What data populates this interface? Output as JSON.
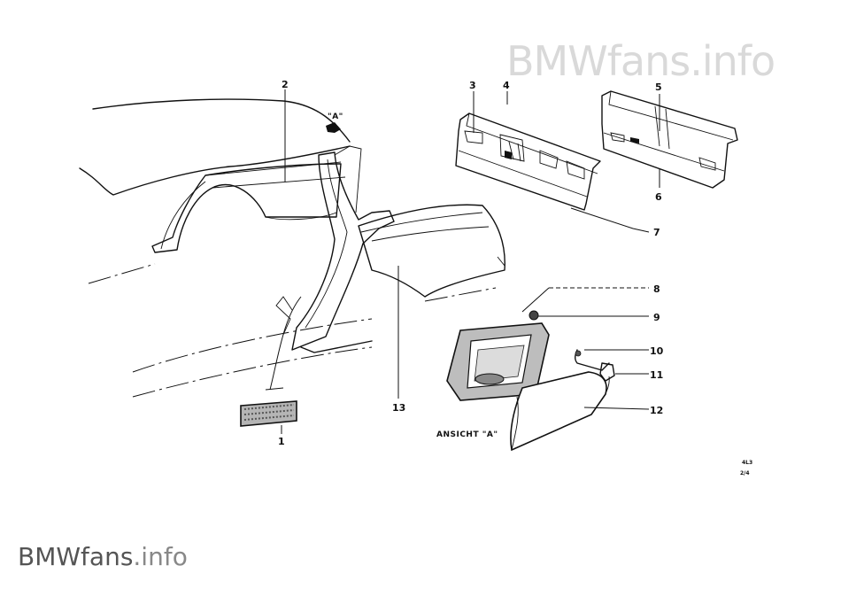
{
  "watermark": {
    "brand": "BMWfans",
    "suffix": ".info"
  },
  "view_marker": "\"A\"",
  "view_caption": "ANSICHT \"A\"",
  "drawing_code": {
    "line1": "4L3",
    "line2": "2/4"
  },
  "callouts": {
    "c1": "1",
    "c2": "2",
    "c3": "3",
    "c4": "4",
    "c5": "5",
    "c6": "6",
    "c7": "7",
    "c8": "8",
    "c9": "9",
    "c10": "10",
    "c11": "11",
    "c12": "12",
    "c13": "13"
  },
  "icons": [
    "car-body-outline",
    "wheel-arch-panel",
    "pillar-panel",
    "rear-quarter-panel",
    "sound-insulation-pad",
    "rear-panel-inner",
    "rear-panel-outer",
    "fuel-filler-housing",
    "rubber-plug",
    "filler-flap",
    "hinge-spring",
    "view-arrow"
  ]
}
